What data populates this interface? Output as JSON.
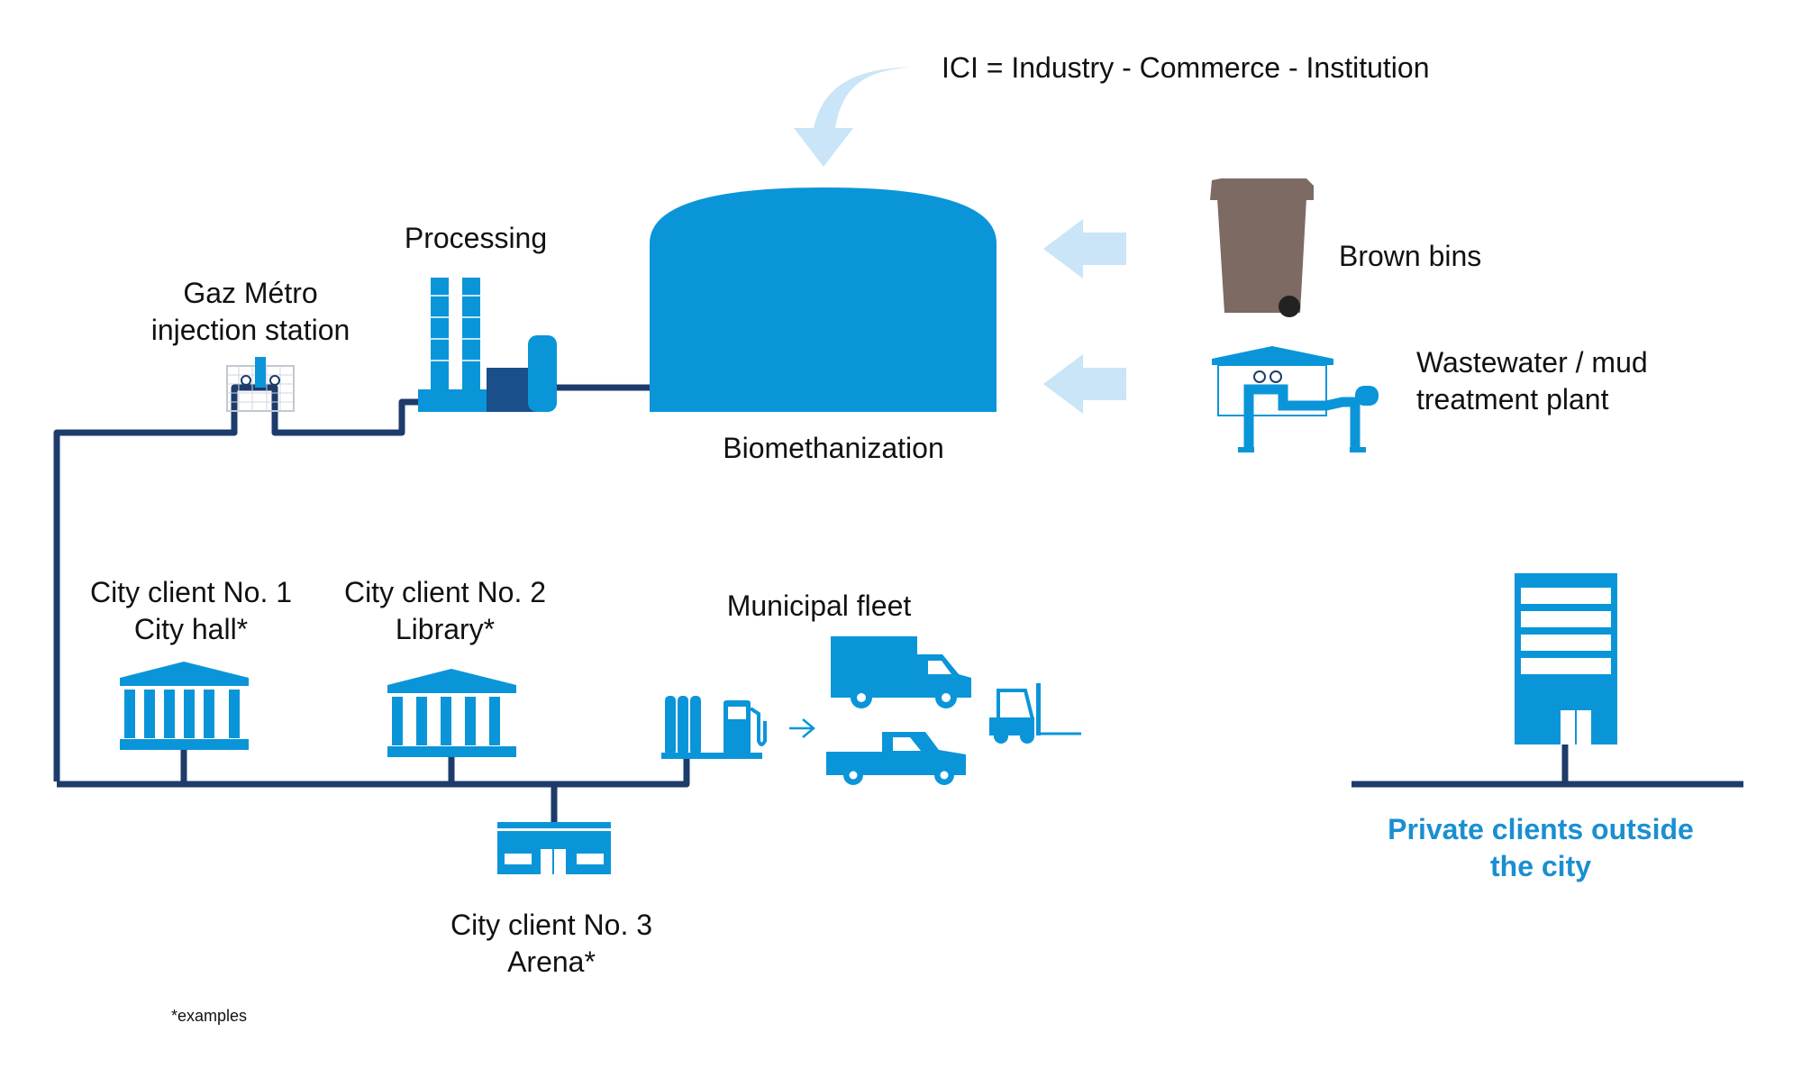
{
  "legend": {
    "ici_definition": "ICI = Industry - Commerce - Institution"
  },
  "sources": {
    "brown_bins": "Brown bins",
    "wastewater_line1": "Wastewater / mud",
    "wastewater_line2": "treatment plant"
  },
  "plant": {
    "biomethanization": "Biomethanization",
    "processing": "Processing",
    "injection_line1": "Gaz Métro",
    "injection_line2": "injection station"
  },
  "clients": {
    "client1_line1": "City client No. 1",
    "client1_line2": "City hall*",
    "client2_line1": "City client No. 2",
    "client2_line2": "Library*",
    "client3_line1": "City client No. 3",
    "client3_line2": "Arena*",
    "fleet": "Municipal fleet",
    "private_line1": "Private clients outside",
    "private_line2": "the city"
  },
  "footnote": "*examples",
  "colors": {
    "primary_blue": "#0b95d9",
    "light_blue": "#c9e5f7",
    "pipe_navy": "#1d3c6b",
    "bin_brown": "#7d6a62",
    "private_label": "#1a8fd1"
  },
  "icons": {
    "curved_arrow": "curved-arrow-icon",
    "input_arrow": "arrow-left-icon",
    "tank": "digester-tank-icon",
    "processing": "processing-plant-icon",
    "injection": "injection-station-icon",
    "bin": "waste-bin-icon",
    "treatment": "treatment-plant-icon",
    "civic": "civic-building-icon",
    "arena": "arena-building-icon",
    "fuel": "fuel-station-icon",
    "truck": "box-truck-icon",
    "pickup": "pickup-truck-icon",
    "forklift": "forklift-icon",
    "office": "office-tower-icon"
  }
}
